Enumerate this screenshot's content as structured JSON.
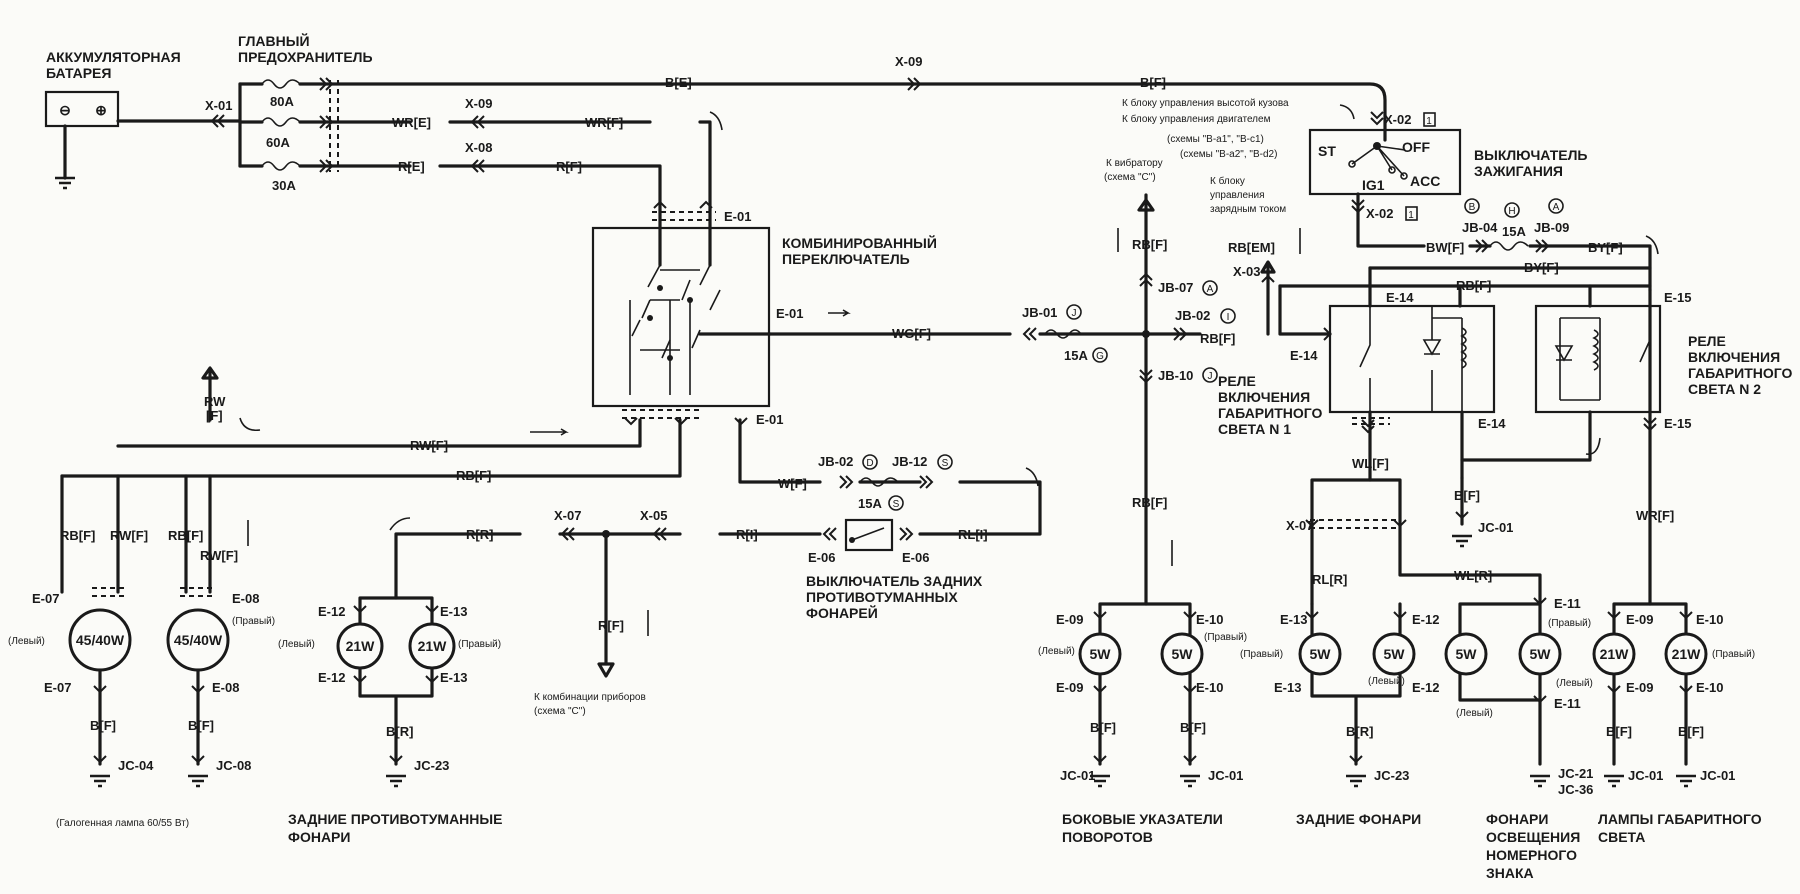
{
  "components": {
    "battery": [
      "АККУМУЛЯТОРНАЯ",
      "БАТАРЕЯ"
    ],
    "main_fuse": [
      "ГЛАВНЫЙ",
      "ПРЕДОХРАНИТЕЛЬ"
    ],
    "fuse_ratings": [
      "80A",
      "60A",
      "30A"
    ],
    "combo_switch": [
      "КОМБИНИРОВАННЫЙ",
      "ПЕРЕКЛЮЧАТЕЛЬ"
    ],
    "ignition_switch": [
      "ВЫКЛЮЧАТЕЛЬ",
      "ЗАЖИГАНИЯ"
    ],
    "ignition_positions": [
      "ST",
      "OFF",
      "IG1",
      "ACC"
    ],
    "rear_fog_switch": [
      "ВЫКЛЮЧАТЕЛЬ ЗАДНИХ",
      "ПРОТИВОТУМАННЫХ",
      "ФОНАРЕЙ"
    ],
    "relay1": [
      "РЕЛЕ",
      "ВКЛЮЧЕНИЯ",
      "ГАБАРИТНОГО",
      "СВЕТА N 1"
    ],
    "relay2": [
      "РЕЛЕ",
      "ВКЛЮЧЕНИЯ",
      "ГАБАРИТНОГО",
      "СВЕТА N 2"
    ],
    "battery_terminals": [
      "⊖",
      "⊕"
    ]
  },
  "notes": {
    "body_height": "К блоку управления высотой кузова",
    "engine": "К блоку управления двигателем",
    "schemes1": "(схемы \"В-а1\", \"В-с1)",
    "schemes2": "(схемы \"В-а2\", \"В-d2)",
    "vibrator": [
      "К вибратору",
      "(схема \"С\")"
    ],
    "charge": [
      "К блоку",
      "управления",
      "зарядным током"
    ],
    "instruments": [
      "К комбинации приборов",
      "(схема \"С\")"
    ],
    "halogen": "(Галогенная лампа 60/55 Вт)"
  },
  "wires": {
    "be": "B[E]",
    "bf": "B[F]",
    "wre": "WR[E]",
    "wrf": "WR[F]",
    "re": "R[E]",
    "rf": "R[F]",
    "wgf": "WG[F]",
    "rbf": "RB[F]",
    "rbem": "RB[EM]",
    "rwf": "RW[F]",
    "rw": "RW",
    "fbr": "[F]",
    "wf": "W[F]",
    "rr": "R[R]",
    "ri": "R[I]",
    "rli": "RL[I]",
    "bwf": "BW[F]",
    "byf": "BY[F]",
    "wlf": "WL[F]",
    "rlr": "RL[R]",
    "wlr": "WL[R]",
    "br": "B[R]"
  },
  "connectors": {
    "x01": "X-01",
    "x02": "X-02",
    "x03": "X-03",
    "x05": "X-05",
    "x07": "X-07",
    "x08": "X-08",
    "x09": "X-09",
    "e01": "E-01",
    "e06": "E-06",
    "e07": "E-07",
    "e08": "E-08",
    "e09": "E-09",
    "e10": "E-10",
    "e11": "E-11",
    "e12": "E-12",
    "e13": "E-13",
    "e14": "E-14",
    "e15": "E-15",
    "jb01": "JB-01",
    "jb02": "JB-02",
    "jb04": "JB-04",
    "jb07": "JB-07",
    "jb09": "JB-09",
    "jb10": "JB-10",
    "jb12": "JB-12",
    "jc01": "JC-01",
    "jc04": "JC-04",
    "jc08": "JC-08",
    "jc21": "JC-21",
    "jc23": "JC-23",
    "jc36": "JC-36",
    "fuse15": "15A",
    "x02_badge": "1",
    "circ": {
      "j": "J",
      "a": "A",
      "i": "I",
      "g": "G",
      "d": "D",
      "s": "S",
      "b": "B",
      "h": "H"
    }
  },
  "lamps": {
    "head": "45/40W",
    "fog": "21W",
    "side": "5W",
    "park": "21W"
  },
  "sides": {
    "left": "(Левый)",
    "right": "(Правый)"
  },
  "captions": {
    "rear_fog": [
      "ЗАДНИЕ ПРОТИВОТУМАННЫЕ",
      "ФОНАРИ"
    ],
    "turn": [
      "БОКОВЫЕ УКАЗАТЕЛИ",
      "ПОВОРОТОВ"
    ],
    "tail": [
      "ЗАДНИЕ ФОНАРИ"
    ],
    "plate": [
      "ФОНАРИ",
      "ОСВЕЩЕНИЯ",
      "НОМЕРНОГО",
      "ЗНАКА"
    ],
    "park": [
      "ЛАМПЫ ГАБАРИТНОГО",
      "СВЕТА"
    ]
  }
}
